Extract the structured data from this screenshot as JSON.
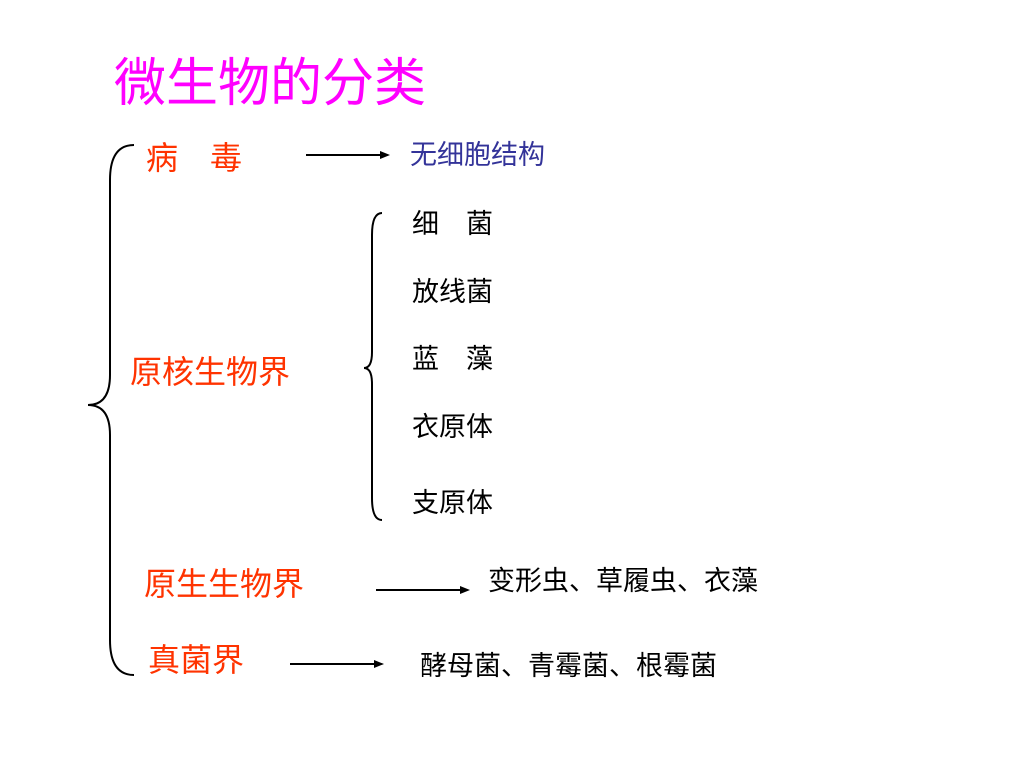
{
  "title": "微生物的分类",
  "categories": {
    "virus": {
      "label": "病　毒",
      "description": "无细胞结构"
    },
    "prokaryote": {
      "label": "原核生物界",
      "members": [
        "细　菌",
        "放线菌",
        "蓝　藻",
        "衣原体",
        "支原体"
      ]
    },
    "protist": {
      "label": "原生生物界",
      "examples": "变形虫、草履虫、衣藻"
    },
    "fungi": {
      "label": "真菌界",
      "examples": "酵母菌、青霉菌、根霉菌"
    }
  },
  "colors": {
    "title": "#ff00ff",
    "category": "#ff3300",
    "virus_description": "#333399",
    "text": "#000000"
  }
}
